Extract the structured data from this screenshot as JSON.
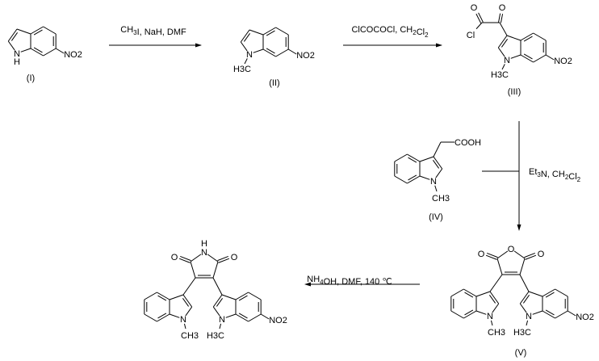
{
  "title": "Synthesis of 3-(1-methylindol-3-yl)-4-(1-methyl-6-nitroindol-3-yl)maleimide",
  "compounds": {
    "I": {
      "label": "(I)",
      "atoms": {
        "N": "N",
        "H": "H",
        "nitro": "NO2"
      }
    },
    "II": {
      "label": "(II)",
      "atoms": {
        "N": "N",
        "methyl": "H3C",
        "nitro": "NO2"
      }
    },
    "III": {
      "label": "(III)",
      "atoms": {
        "N": "N",
        "methyl": "H3C",
        "nitro": "NO2",
        "O1": "O",
        "O2": "O",
        "Cl": "Cl"
      }
    },
    "IV": {
      "label": "(IV)",
      "atoms": {
        "N": "N",
        "methyl": "CH3",
        "acid": "COOH"
      }
    },
    "V": {
      "label": "(V)",
      "atoms": {
        "N1": "N",
        "N2": "N",
        "methyl1": "CH3",
        "methyl2": "H3C",
        "nitro": "NO2",
        "O_ring": "O",
        "O1": "O",
        "O2": "O"
      }
    },
    "product": {
      "atoms": {
        "N1": "N",
        "N2": "N",
        "methyl1": "CH3",
        "methyl2": "H3C",
        "nitro": "NO2",
        "N_ring": "N",
        "H_ring": "H",
        "O1": "O",
        "O2": "O"
      }
    }
  },
  "reagents": {
    "step1": "CH3I, NaH, DMF",
    "step2": "ClCOCOCl, CH2Cl2",
    "step3": "Et3N, CH2Cl2",
    "step4": "NH4OH, DMF, 140 ℃"
  },
  "colors": {
    "ink": "#000000",
    "background": "#ffffff"
  }
}
